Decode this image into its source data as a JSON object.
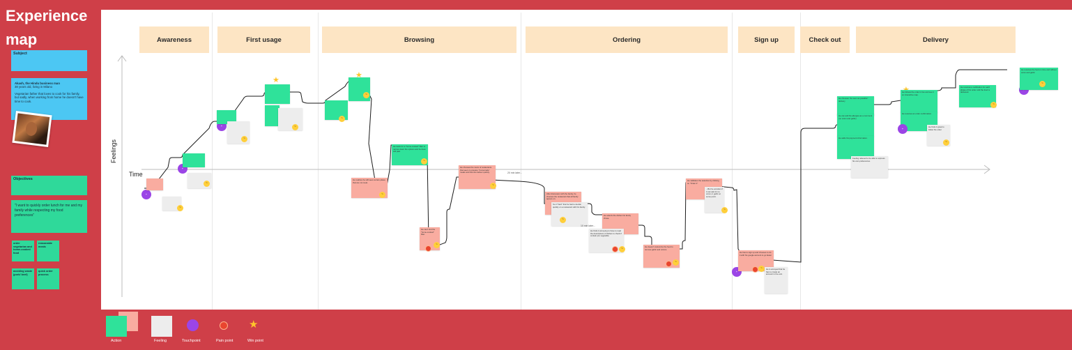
{
  "title": "Experience map",
  "sidebar": {
    "subject_label": "Subject",
    "persona_name": "Akash, the Hindu business man",
    "persona_info": "38 years old, living in Milano",
    "persona_desc": "Vegetarian father that loves to cook for his family, but sadly, when working from home he doesn't have time to cook.",
    "objectives_label": "Objectives",
    "goal": "\"I want to quickly order lunch for me and my family while respecting my food preferences\"",
    "objectives": [
      "order vegetarian and home-cooked food",
      "reasonable meals",
      "avoiding waste (pork/ beef)",
      "quick order process"
    ]
  },
  "axes": {
    "y_label": "Feelings",
    "x_label": "Time"
  },
  "phases": [
    {
      "label": "Awareness"
    },
    {
      "label": "First usage"
    },
    {
      "label": "Browsing"
    },
    {
      "label": "Ordering"
    },
    {
      "label": "Sign up"
    },
    {
      "label": "Check out"
    },
    {
      "label": "Delivery"
    }
  ],
  "notes": {
    "browse_pain": "He realizes he still sees certain plates that are not meat.",
    "filter_action": "He looks for a \"home-cooked\" filter to narrow down the options and he does still past",
    "cant_find": "He can't find the \"home-cooked\" filter.",
    "chooses_menu": "He chooses the menu of restaurants that seem to prepare \"homemade\" meals and that can deliver quickly.",
    "time_20": "20 min later...",
    "discussion": "After discussion with the family, he chooses the restaurant that all family agrees on.",
    "feeling_hard": "So it \"hard\" that he had to decide quickly on a restaurant with his family.",
    "selects_dishes": "He selects the dishes his family chose.",
    "time_10": "10 min later...",
    "annoying": "He finds it annoying to have to read the descriptions of dishes to check if contain pre vegetable",
    "cant_customize": "He doesn't customize the food to remove garlic and onions.",
    "validates": "He validates the selection by clicking on \"Order it\"",
    "but_wonders": "...But he wonders if it can ask for no onion or garlic at some point.",
    "signup_pain": "He has to sign up and chooses to do it with his google account to go faster",
    "annoyed_acc": "He is annoyed that he has to create an account in the end.",
    "checkout_note": "He chooses \"As soon as possible\" delivery",
    "allergies": "He can add his allergies as a comment (no onion and garlic)",
    "payment": "He adds his payment information.",
    "feel_relieved": "Feeling relieved to be able to express his own preferences.",
    "follows_order": "He follows the order in live and see it on interactive map.",
    "receives_conf": "He receives an order confirmation.",
    "finds_great": "He finds it great to follow his order",
    "notification": "He receives a notification for each phase of his order until the food is delivered.",
    "received_food": "He receives the food on time and without onion and garlic"
  },
  "legend": [
    {
      "label": "Action"
    },
    {
      "label": "Feeling"
    },
    {
      "label": "Touchpoint"
    },
    {
      "label": "Pain point"
    },
    {
      "label": "Win point"
    }
  ],
  "colors": {
    "background": "#cf3f48",
    "action": "#2fe29a",
    "feeling": "#ededed",
    "pain": "#f9aca0",
    "touchpoint": "#9b45e6",
    "phase": "#fde5c4",
    "subject": "#4cc7f3"
  }
}
